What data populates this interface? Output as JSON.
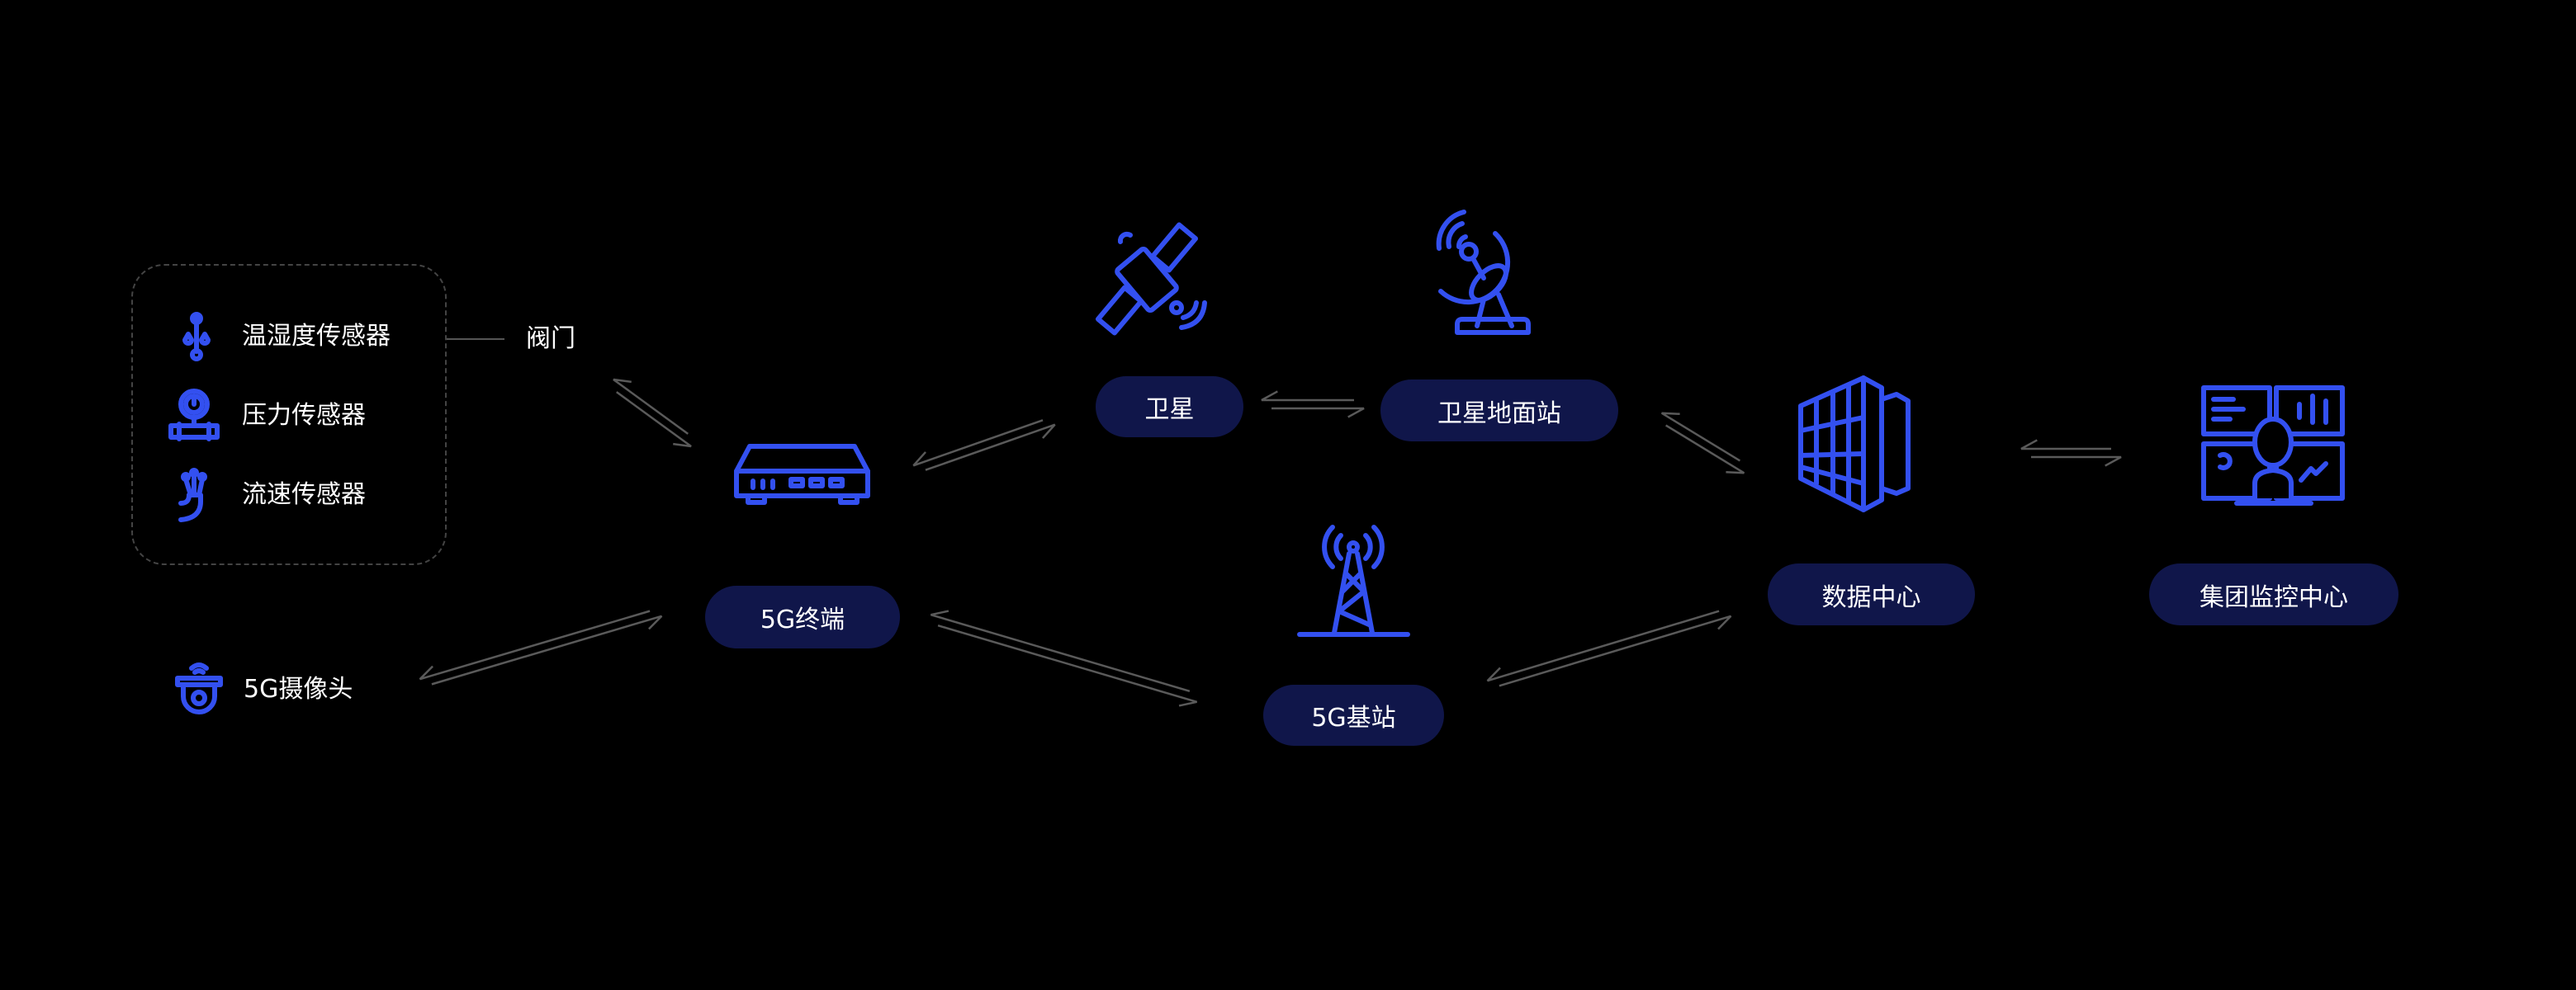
{
  "sensors": {
    "items": [
      {
        "label": "温湿度传感器",
        "icon": "thermometer-humidity-icon"
      },
      {
        "label": "压力传感器",
        "icon": "pressure-gauge-icon"
      },
      {
        "label": "流速传感器",
        "icon": "flow-sensor-icon"
      }
    ],
    "valve_label": "阀门"
  },
  "camera": {
    "label": "5G摄像头",
    "icon": "camera-icon"
  },
  "nodes": {
    "terminal": {
      "label": "5G终端",
      "icon": "router-icon"
    },
    "satellite": {
      "label": "卫星",
      "icon": "satellite-icon"
    },
    "ground_station": {
      "label": "卫星地面站",
      "icon": "satellite-dish-icon"
    },
    "base_station": {
      "label": "5G基站",
      "icon": "cell-tower-icon"
    },
    "data_center": {
      "label": "数据中心",
      "icon": "server-building-icon"
    },
    "monitor_center": {
      "label": "集团监控中心",
      "icon": "monitoring-operator-icon"
    }
  },
  "colors": {
    "accent": "#3350f0",
    "pill": "#10164a",
    "arrow": "#5a5a5a",
    "background": "#000000"
  }
}
